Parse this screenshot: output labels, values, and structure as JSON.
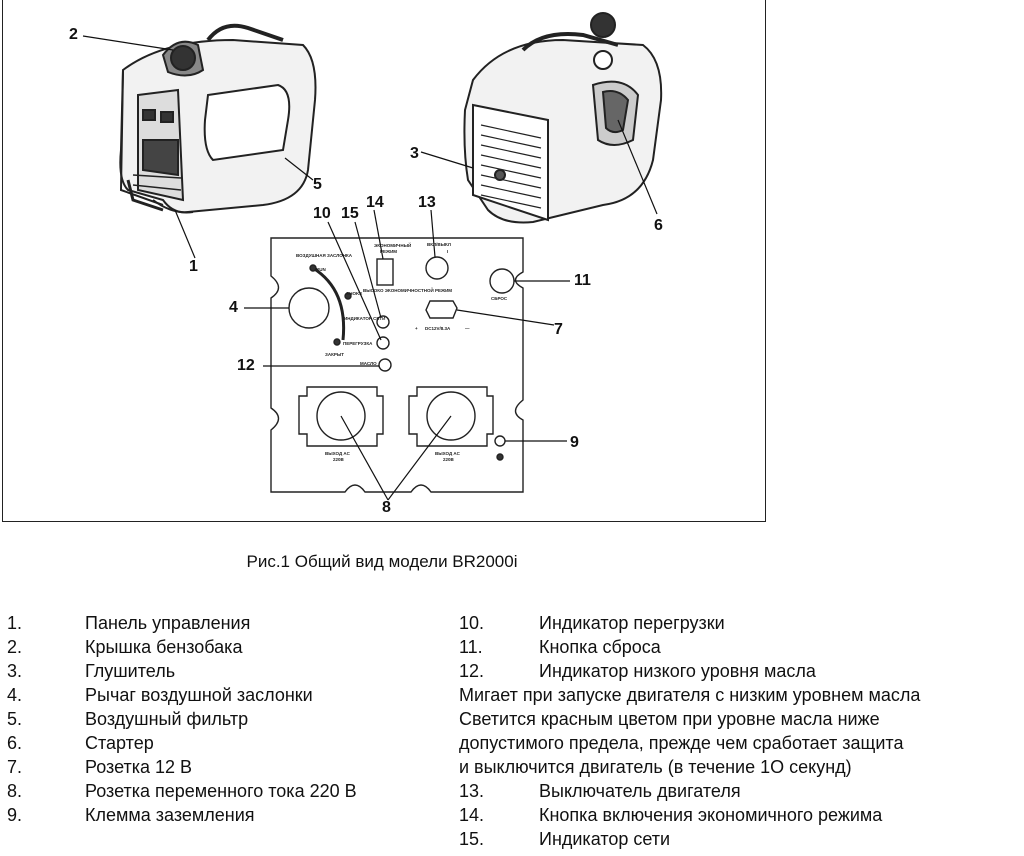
{
  "callouts": {
    "c1": "1",
    "c2": "2",
    "c3": "3",
    "c4": "4",
    "c5": "5",
    "c6": "6",
    "c7": "7",
    "c8": "8",
    "c9": "9",
    "c10": "10",
    "c11": "11",
    "c12": "12",
    "c13": "13",
    "c14": "14",
    "c15": "15"
  },
  "panel_labels": {
    "choke_top": "ВОЗДУШНАЯ ЗАСЛОНКА",
    "run": "RUN",
    "choke": "CHOKE",
    "close": "ЗАКРЫТ",
    "eco_title_1": "ЭКОНОМИЧНЫЙ",
    "eco_title_2": "РЕЖИМ",
    "eco_sub": "ВЫСОКО ЭКОНОМИЧНОСТНОЙ РЕЖИМ",
    "switch_title": "ВКЛ/ВЫКЛ",
    "switch_state": "I",
    "reset": "СБРОС",
    "power_ind": "ИНДИКАТОР СЕТИ",
    "overload": "ПЕРЕГРУЗКА",
    "oil": "МАСЛО",
    "dc": "DC12V/8.3A",
    "dc_plus": "+",
    "dc_minus": "—",
    "outlet_1": "ВЫХОД АС",
    "outlet_1_v": "220В",
    "outlet_2": "ВЫХОД АС",
    "outlet_2_v": "220В"
  },
  "caption": "Рис.1 Общий вид модели BR2000i",
  "legend_left": [
    {
      "num": "1.",
      "text": "Панель управления"
    },
    {
      "num": "2.",
      "text": "Крышка бензобака"
    },
    {
      "num": "3.",
      "text": "Глушитель"
    },
    {
      "num": "4.",
      "text": "Рычаг воздушной заслонки"
    },
    {
      "num": "5.",
      "text": "Воздушный фильтр"
    },
    {
      "num": "6.",
      "text": "Стартер"
    },
    {
      "num": "7.",
      "text": "Розетка 12 В"
    },
    {
      "num": "8.",
      "text": "Розетка переменного тока 220 В"
    },
    {
      "num": "9.",
      "text": "Клемма заземления"
    }
  ],
  "legend_right_top": [
    {
      "num": "10.",
      "text": "Индикатор перегрузки"
    },
    {
      "num": "11.",
      "text": "Кнопка сброса"
    },
    {
      "num": "12.",
      "text": "Индикатор низкого уровня масла"
    }
  ],
  "legend_note": [
    "Мигает при запуске двигателя с низким уровнем масла",
    "Светится красным цветом при уровне масла ниже",
    "допустимого предела, прежде чем сработает защита",
    "и выключится двигатель (в течение 1О секунд)"
  ],
  "legend_right_bottom": [
    {
      "num": "13.",
      "text": "Выключатель двигателя"
    },
    {
      "num": "14.",
      "text": "Кнопка включения экономичного режима"
    },
    {
      "num": "15.",
      "text": "Индикатор сети"
    }
  ]
}
